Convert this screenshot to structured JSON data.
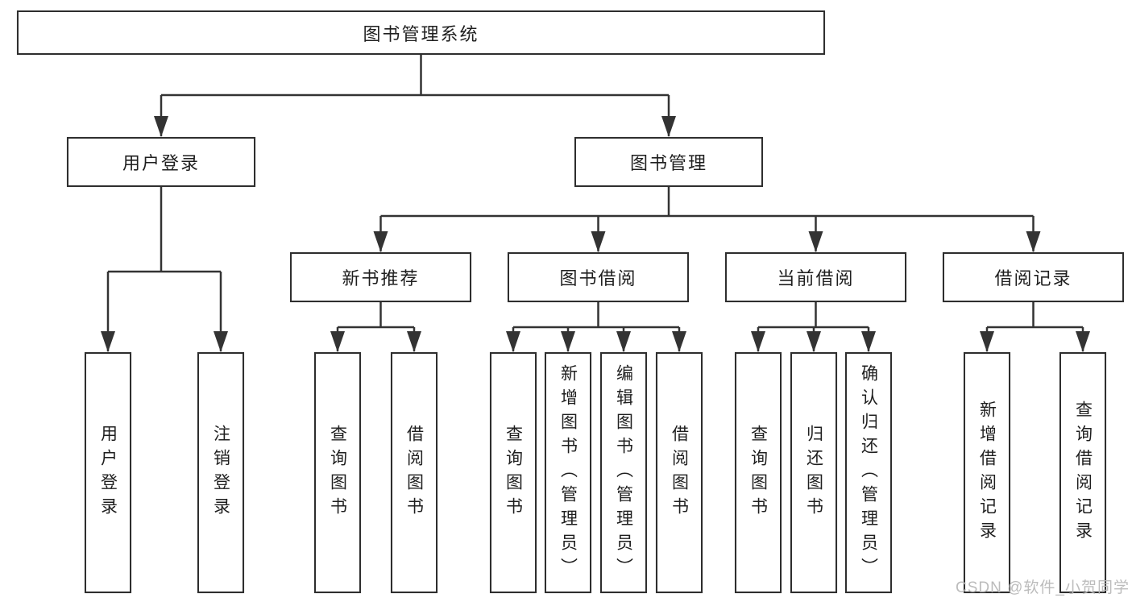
{
  "tree": {
    "root": {
      "label": "图书管理系统"
    },
    "branches": [
      {
        "label": "用户登录",
        "children": [
          {
            "label": "用户登录"
          },
          {
            "label": "注销登录"
          }
        ]
      },
      {
        "label": "图书管理",
        "children": [
          {
            "label": "新书推荐",
            "children": [
              {
                "label": "查询图书"
              },
              {
                "label": "借阅图书"
              }
            ]
          },
          {
            "label": "图书借阅",
            "children": [
              {
                "label": "查询图书"
              },
              {
                "label": "新增图书（管理员）"
              },
              {
                "label": "编辑图书（管理员）"
              },
              {
                "label": "借阅图书"
              }
            ]
          },
          {
            "label": "当前借阅",
            "children": [
              {
                "label": "查询图书"
              },
              {
                "label": "归还图书"
              },
              {
                "label": "确认归还（管理员）"
              }
            ]
          },
          {
            "label": "借阅记录",
            "children": [
              {
                "label": "新增借阅记录"
              },
              {
                "label": "查询借阅记录"
              }
            ]
          }
        ]
      }
    ]
  },
  "watermark": {
    "text": "CSDN @软件_小贺同学"
  },
  "colors": {
    "line": "#333333",
    "box_border": "#2e2e2e",
    "box_fill": "#ffffff",
    "text": "#1f1f1f",
    "watermark": "#b9b9b9",
    "background": "#ffffff"
  }
}
